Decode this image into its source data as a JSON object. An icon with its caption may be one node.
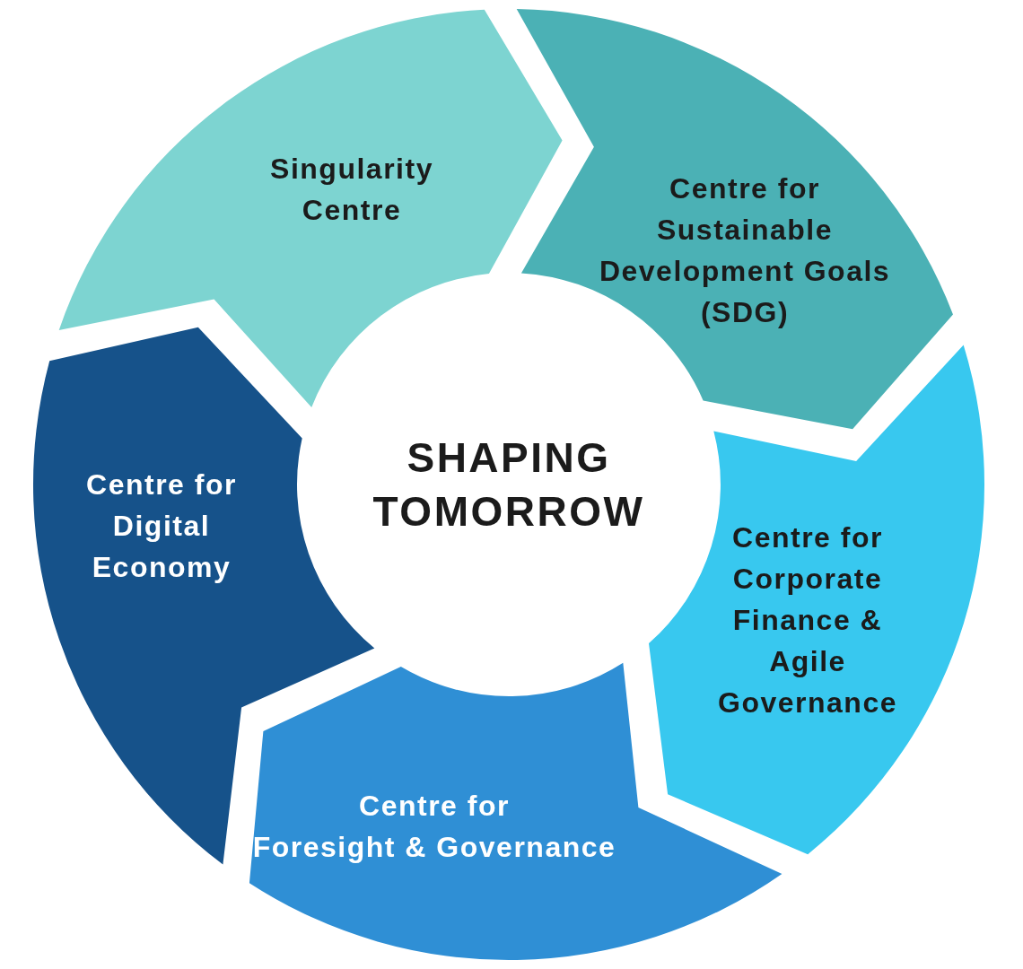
{
  "diagram": {
    "nodes": [
      {
        "text": [
          "Singularity Centre"
        ]
      },
      {
        "text": [
          "Centre for Sustainable Development Goals (SDG)"
        ]
      },
      {
        "text": [
          "Centre for Digital Economy"
        ]
      },
      {
        "text": [
          "SHAPING TOMORROW"
        ]
      },
      {
        "text": [
          "Centre for Corporate Finance & Agile Governance"
        ]
      },
      {
        "text": [
          "Centre for Foresight & Governance"
        ]
      }
    ]
  }
}
